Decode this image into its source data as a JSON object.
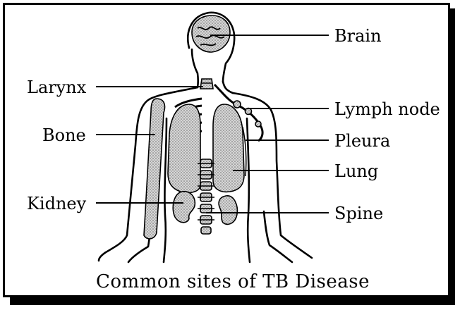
{
  "diagram": {
    "caption": "Common sites of TB Disease",
    "labels": {
      "brain": "Brain",
      "larynx": "Larynx",
      "lymph_node": "Lymph node",
      "bone": "Bone",
      "pleura": "Pleura",
      "lung": "Lung",
      "kidney": "Kidney",
      "spine": "Spine"
    },
    "colors": {
      "ink": "#000000",
      "organ_fill": "#cfcfcf",
      "background": "#ffffff"
    }
  }
}
